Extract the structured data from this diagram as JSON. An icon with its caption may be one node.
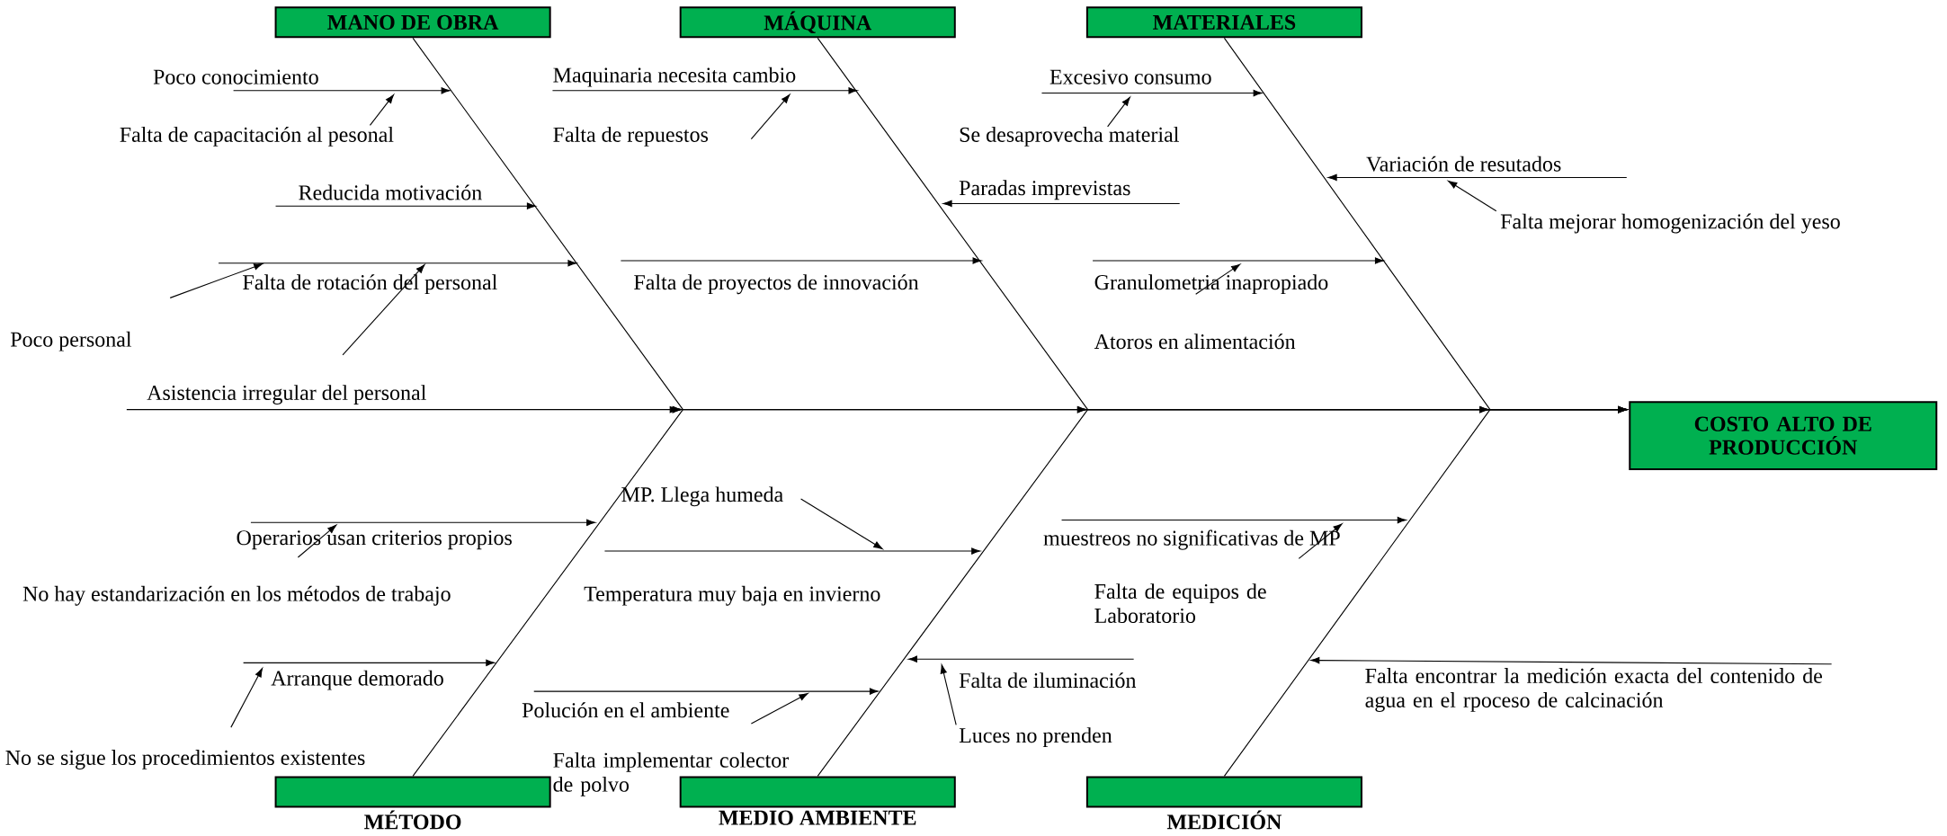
{
  "diagram": {
    "nodes": [
      {
        "text": [
          "MANO DE OBRA"
        ]
      },
      {
        "text": [
          "MÁQUINA"
        ]
      },
      {
        "text": [
          "MATERIALES"
        ]
      },
      {
        "text": [
          "COSTO ALTO DE PRODUCCIÓN"
        ]
      },
      {
        "text": [
          "MÉTODO"
        ]
      },
      {
        "text": [
          "MEDIO AMBIENTE"
        ]
      },
      {
        "text": [
          "MEDICIÓN"
        ]
      }
    ],
    "edges": [
      {
        "from": 0,
        "to": 3,
        "arrow": "to"
      },
      {
        "from": 1,
        "to": 3,
        "arrow": "to"
      },
      {
        "from": 2,
        "to": 3,
        "arrow": "to"
      },
      {
        "from": 4,
        "to": 3,
        "arrow": "to"
      },
      {
        "from": 5,
        "to": 3,
        "arrow": "to"
      },
      {
        "from": 6,
        "to": 3,
        "arrow": "to"
      }
    ],
    "labels": [
      "Poco conocimiento",
      "Maquinaria necesita cambio",
      "Excesivo consumo",
      "Falta de capacitación al pesonal",
      "Falta de repuestos",
      "Se desaprovecha material",
      "Variación de resutados",
      "Reducida motivación",
      "Paradas imprevistas",
      "Falta mejorar homogenización del yeso",
      "Falta de rotación del personal",
      "Falta de proyectos de innovación",
      "Granulometria inapropiado",
      "Poco personal",
      "Atoros en alimentación",
      "Asistencia irregular del personal",
      "MP. Llega humeda",
      "Operarios usan criterios propios",
      "muestreos no significativas de MP",
      "No hay estandarización en los métodos de trabajo",
      "Temperatura muy baja en invierno",
      "Falta de equipos de Laboratorio",
      "Arranque demorado",
      "Falta de iluminación",
      "Falta encontrar la medición exacta del contenido de agua en el rpoceso de calcinación",
      "Polución en el ambiente",
      "Luces no prenden",
      "No se sigue los procedimientos existentes",
      "Falta implementar colector de polvo"
    ]
  }
}
